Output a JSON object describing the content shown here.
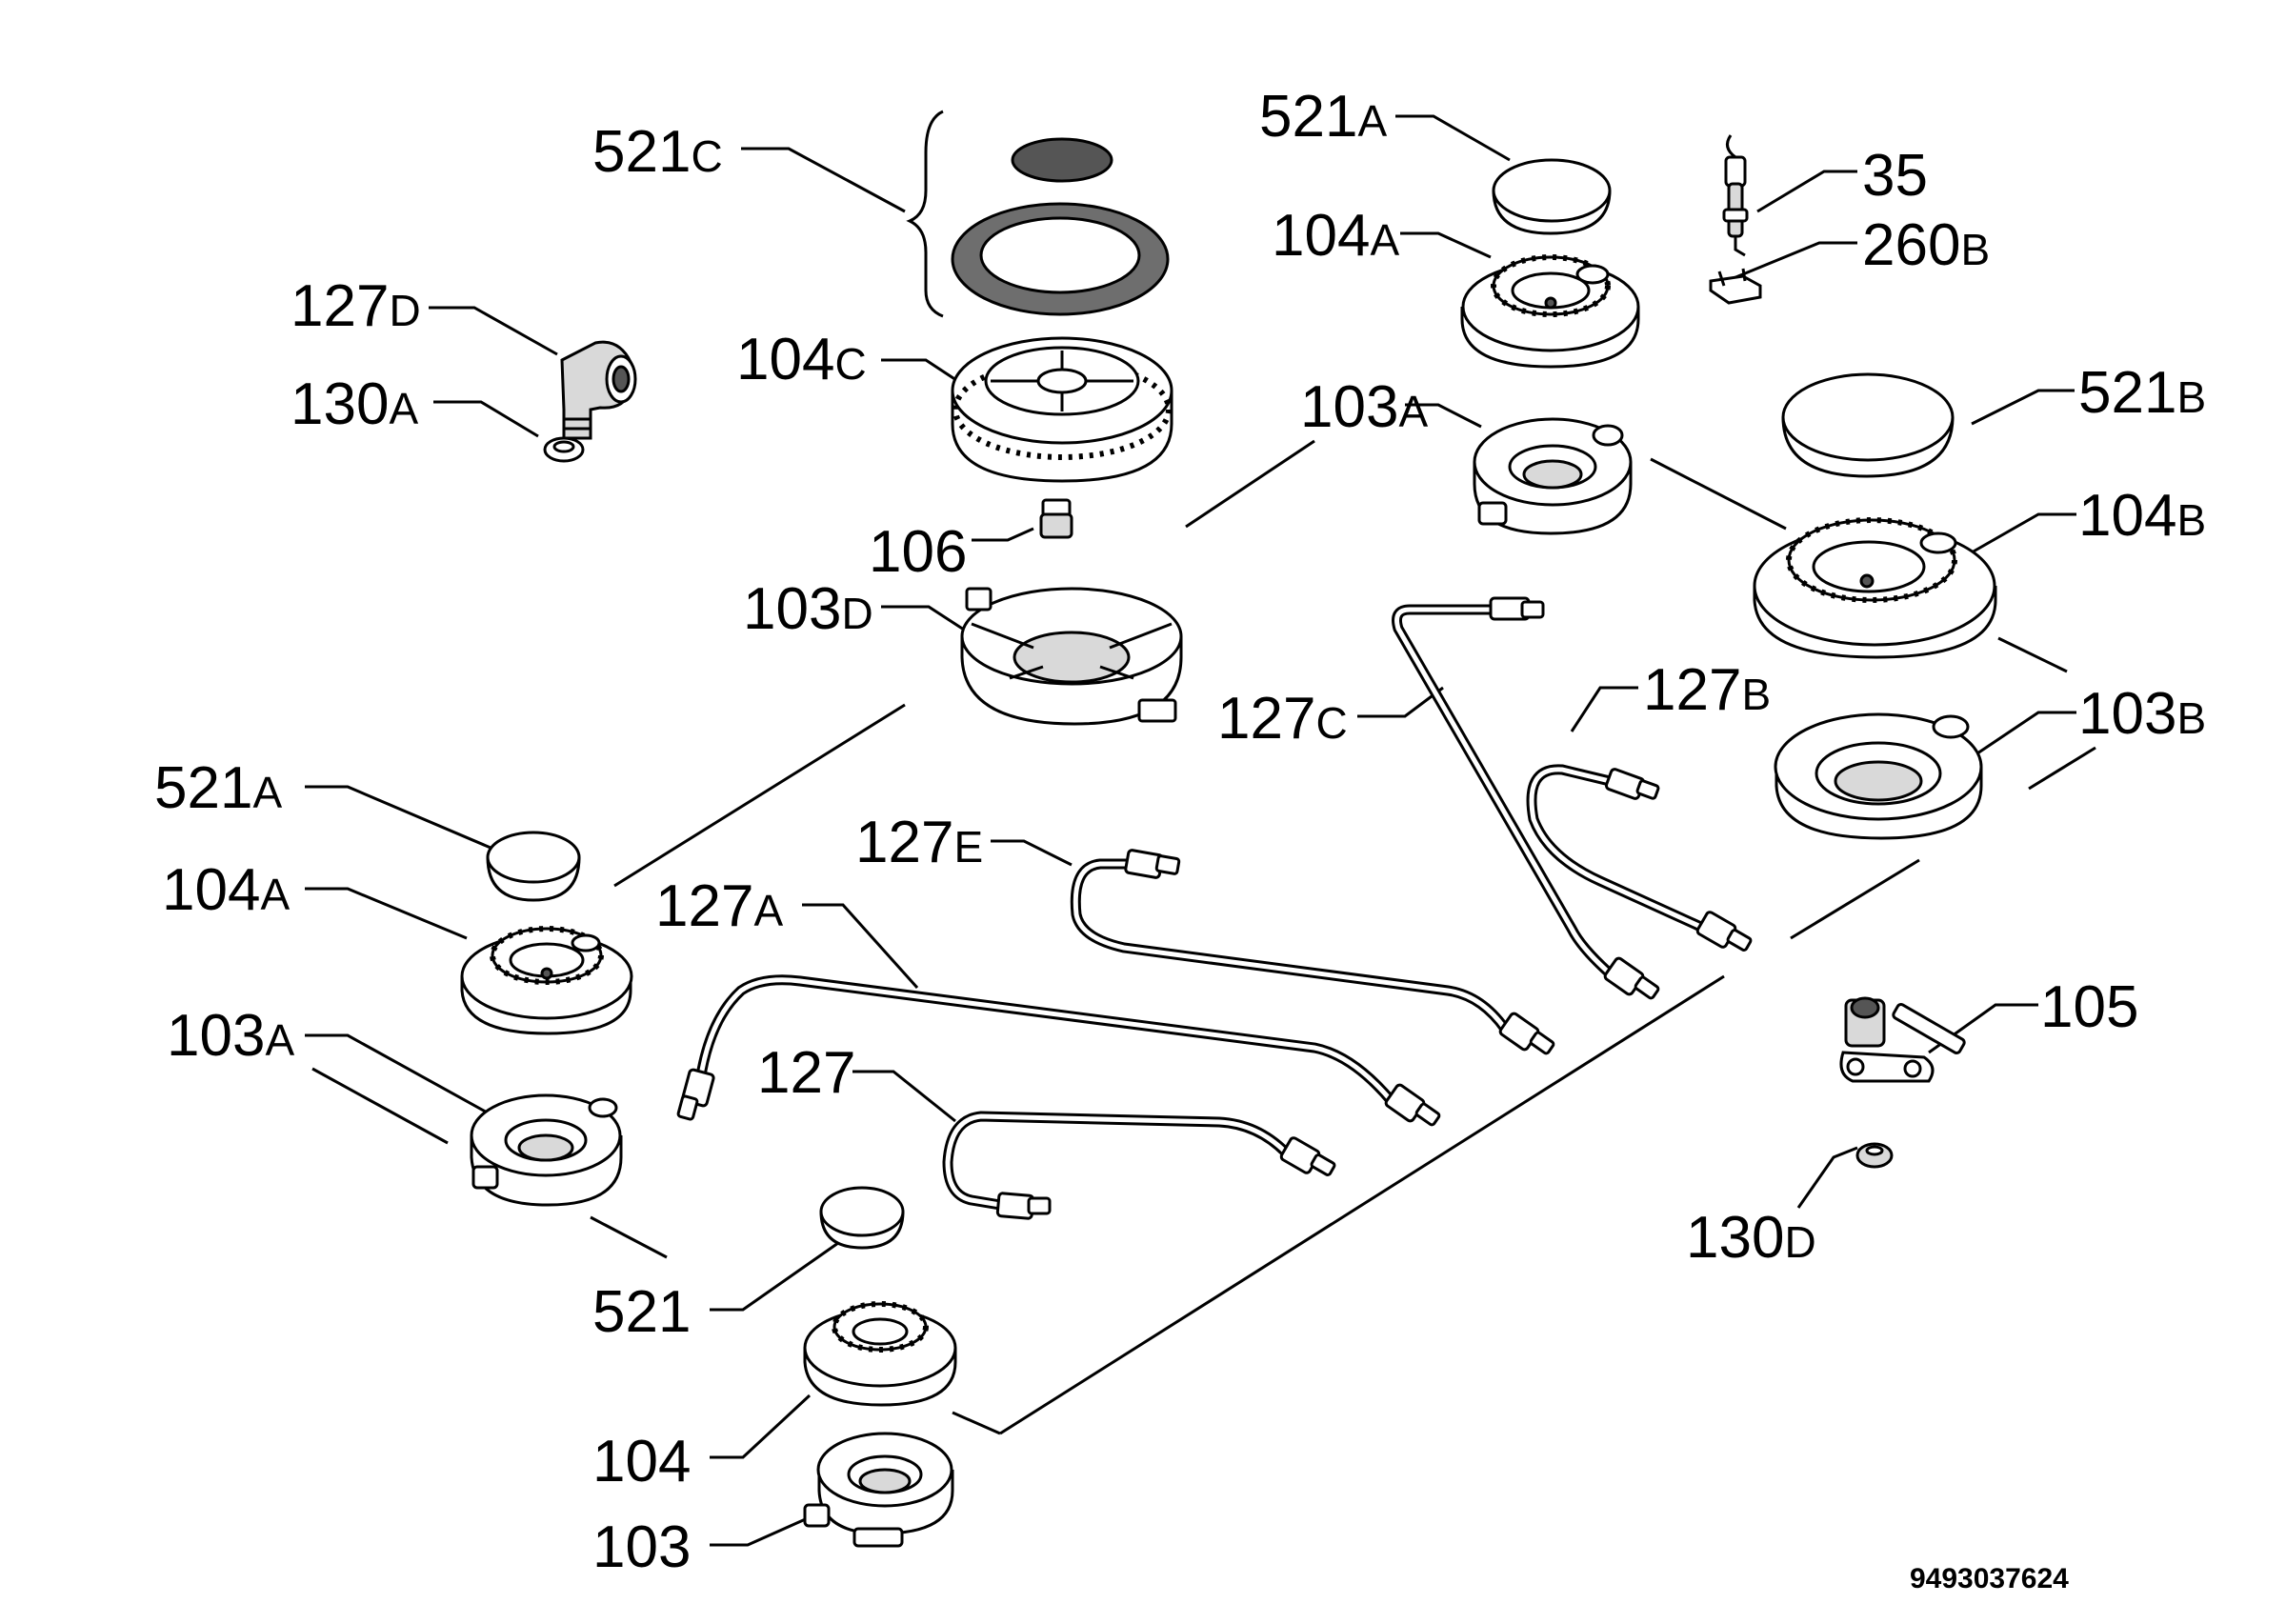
{
  "diagram": {
    "labels": [
      {
        "id": "l521c",
        "num": "521",
        "suf": "C"
      },
      {
        "id": "l127d",
        "num": "127",
        "suf": "D"
      },
      {
        "id": "l130a",
        "num": "130",
        "suf": "A"
      },
      {
        "id": "l104c",
        "num": "104",
        "suf": "C"
      },
      {
        "id": "l106",
        "num": "106",
        "suf": ""
      },
      {
        "id": "l103d",
        "num": "103",
        "suf": "D"
      },
      {
        "id": "l521a_top",
        "num": "521",
        "suf": "A"
      },
      {
        "id": "l104a_top",
        "num": "104",
        "suf": "A"
      },
      {
        "id": "l103a_top",
        "num": "103",
        "suf": "A"
      },
      {
        "id": "l35",
        "num": "35",
        "suf": ""
      },
      {
        "id": "l260b",
        "num": "260",
        "suf": "B"
      },
      {
        "id": "l521b",
        "num": "521",
        "suf": "B"
      },
      {
        "id": "l104b",
        "num": "104",
        "suf": "B"
      },
      {
        "id": "l103b",
        "num": "103",
        "suf": "B"
      },
      {
        "id": "l127c",
        "num": "127",
        "suf": "C"
      },
      {
        "id": "l127b",
        "num": "127",
        "suf": "B"
      },
      {
        "id": "l127e",
        "num": "127",
        "suf": "E"
      },
      {
        "id": "l127a",
        "num": "127",
        "suf": "A"
      },
      {
        "id": "l127",
        "num": "127",
        "suf": ""
      },
      {
        "id": "l521a_left",
        "num": "521",
        "suf": "A"
      },
      {
        "id": "l104a_left",
        "num": "104",
        "suf": "A"
      },
      {
        "id": "l103a_left",
        "num": "103",
        "suf": "A"
      },
      {
        "id": "l105",
        "num": "105",
        "suf": ""
      },
      {
        "id": "l130d",
        "num": "130",
        "suf": "D"
      },
      {
        "id": "l521",
        "num": "521",
        "suf": ""
      },
      {
        "id": "l104",
        "num": "104",
        "suf": ""
      },
      {
        "id": "l103",
        "num": "103",
        "suf": ""
      }
    ],
    "document_number": "9493037624"
  }
}
